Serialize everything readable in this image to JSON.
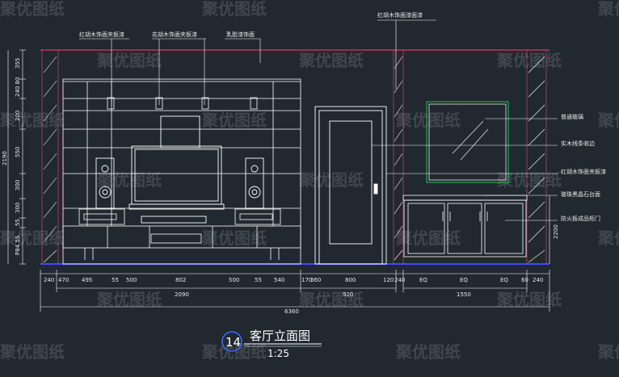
{
  "watermark": "聚优图纸",
  "annotations_top": [
    "红胡木饰面夹板漆",
    "花胡木饰面夹板漆",
    "乳胶漆饰面",
    "红胡木饰面漆面漆"
  ],
  "annotations_right": [
    "普通玻璃",
    "实木线条收边",
    "红胡木饰面夹板漆",
    "玻珠黑晶石台面",
    "防火板成品柜门"
  ],
  "dims_left": [
    "355",
    "240 80",
    "200",
    "550",
    "300",
    "300",
    "55",
    "P84 55"
  ],
  "dim_left_total": "2190",
  "dims_bottom": [
    "240",
    "470",
    "495",
    "55",
    "500",
    "802",
    "500",
    "55",
    "540",
    "170",
    "360",
    "800",
    "120",
    "240",
    "EQ",
    "EQ",
    "EQ",
    "60",
    "240"
  ],
  "dims_group": [
    "2090",
    "920",
    "1550"
  ],
  "dim_total": "6360",
  "dim_right": "2200",
  "title": {
    "number": "14",
    "name": "客厅立面图",
    "scale": "1:25"
  },
  "colors": {
    "background": "#212830",
    "lines": "#ffffff",
    "wall": "#e84a7c",
    "floor": "#3a4cff",
    "green": "#22c44a",
    "ceiling": "#d23a6a"
  }
}
